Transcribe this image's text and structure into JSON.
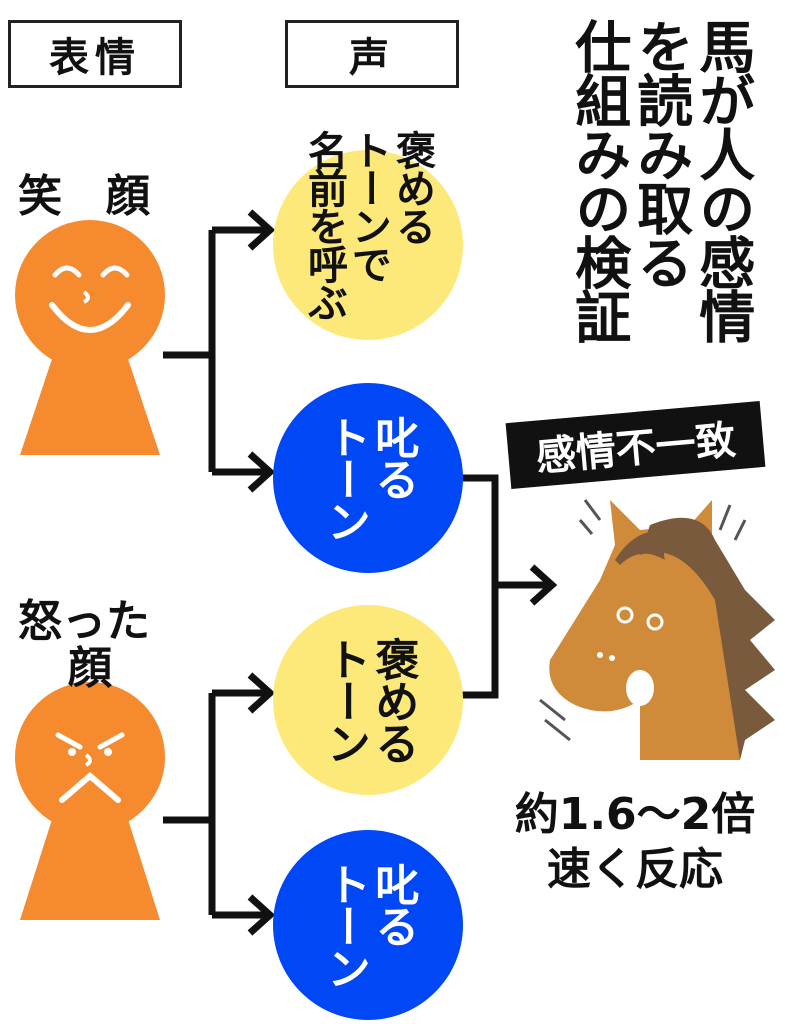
{
  "headers": {
    "expression": "表情",
    "voice": "声"
  },
  "title": {
    "lines": [
      "馬が人の感情",
      "を読み取る",
      "仕組みの検証"
    ]
  },
  "faces": {
    "smile": "笑　顔",
    "angry_line1": "怒った",
    "angry_line2": "顔"
  },
  "voices": {
    "praise_name": [
      "褒める",
      "トーンで",
      "名前を呼ぶ"
    ],
    "scold": [
      "叱る",
      "トーン"
    ],
    "praise": [
      "褒める",
      "トーン"
    ]
  },
  "mismatch_badge": "感情不一致",
  "result": {
    "line1": "約1.6～2倍",
    "line2": "速く反応"
  },
  "colors": {
    "person": "#f58a2e",
    "praise": "#fde97a",
    "scold": "#0047f5",
    "horse": "#cf8a3a",
    "mane": "#7a5a3c"
  }
}
